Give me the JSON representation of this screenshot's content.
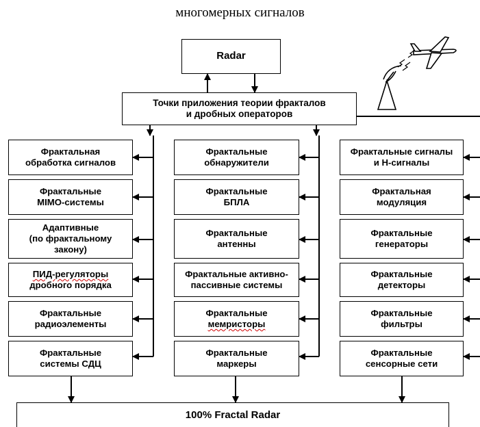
{
  "caption": "многомерных сигналов",
  "radar": "Radar",
  "center": {
    "line1": "Точки приложения теории фракталов",
    "line2": "и дробных операторов"
  },
  "final": "100% Fractal Radar",
  "columns": {
    "left": [
      [
        "Фрактальная",
        "обработка сигналов"
      ],
      [
        "Фрактальные",
        "MIMO-системы"
      ],
      [
        "Адаптивные",
        "(по фрактальному",
        "закону)"
      ],
      [
        "ПИД-регуляторы",
        "дробного порядка"
      ],
      [
        "Фрактальные",
        "радиоэлементы"
      ],
      [
        "Фрактальные",
        "системы СДЦ"
      ]
    ],
    "middle": [
      [
        "Фрактальные",
        "обнаружители"
      ],
      [
        "Фрактальные",
        "БПЛА"
      ],
      [
        "Фрактальные",
        "антенны"
      ],
      [
        "Фрактальные активно-",
        "пассивные системы"
      ],
      [
        "Фрактальные",
        "мемристоры"
      ],
      [
        "Фрактальные",
        "маркеры"
      ]
    ],
    "right": [
      [
        "Фрактальные сигналы",
        "и H-сигналы"
      ],
      [
        "Фрактальная",
        "модуляция"
      ],
      [
        "Фрактальные",
        "генераторы"
      ],
      [
        "Фрактальные",
        "детекторы"
      ],
      [
        "Фрактальные",
        "фильтры"
      ],
      [
        "Фрактальные",
        "сенсорные сети"
      ]
    ]
  },
  "icons": {
    "antenna": "radar-antenna-icon",
    "aircraft": "aircraft-icon"
  }
}
